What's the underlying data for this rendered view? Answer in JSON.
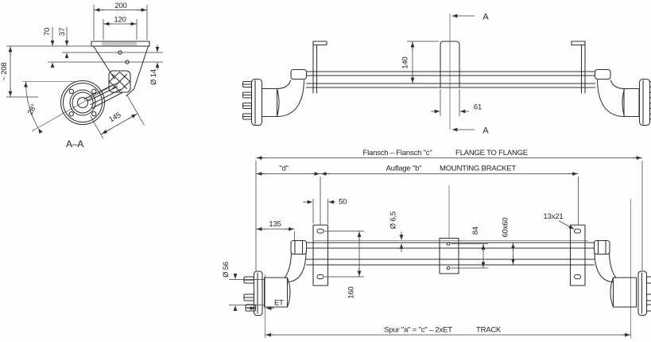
{
  "drawing_colors": {
    "line": "#2f2f2f",
    "dim_line": "#3a3a3a",
    "background": "#fdfdfd"
  },
  "section_view": {
    "title": "A–A",
    "dim_200": "200",
    "dim_120": "120",
    "dim_37": "37",
    "dim_70": "70",
    "dim_height": "~ 208",
    "dim_angle": "28°",
    "dim_145": "145",
    "dim_hole_dia": "Ø 14"
  },
  "front_view": {
    "section_marker_top": "A",
    "section_marker_bottom": "A",
    "dim_140": "140",
    "dim_61": "61"
  },
  "plan_view": {
    "flange_label_de": "Flansch – Flansch \"c\"",
    "flange_label_en": "FLANGE TO FLANGE",
    "dim_d": "\"d\"",
    "bracket_label_de": "Auflage \"b\"",
    "bracket_label_en": "MOUNTING BRACKET",
    "dim_50": "50",
    "dim_135": "135",
    "dim_pipe_dia": "Ø 6,5",
    "dim_84": "84",
    "dim_tube_section": "60x60",
    "dim_slot": "13x21",
    "dim_hub_dia": "Ø 56",
    "dim_160": "160",
    "dim_offset": "ET",
    "track_label_de": "Spur \"a\" = \"c\" – 2xET",
    "track_label_en": "TRACK"
  }
}
